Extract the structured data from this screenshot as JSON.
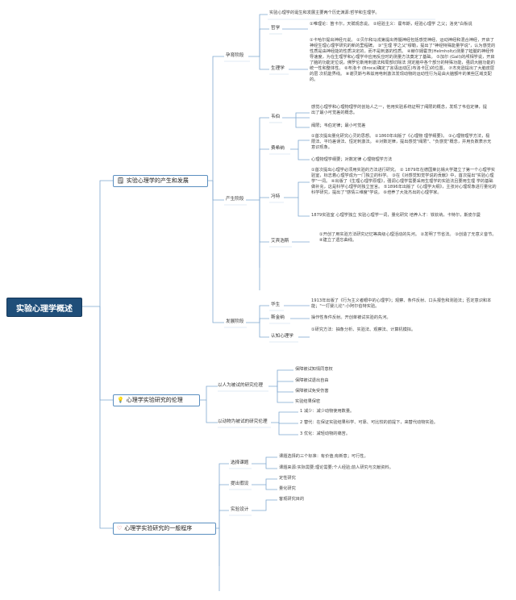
{
  "root": "实验心理学概述",
  "topics": [
    {
      "label": "实验心理学的产生和发展",
      "icon": "🗒"
    },
    {
      "label": "心理学实验研究的伦理",
      "icon": "💡"
    },
    {
      "label": "心理学实验研究的一般程序",
      "icon": "♡"
    }
  ],
  "branch1": {
    "yuyu": "孕育阶段",
    "intro": "实验心理学的诞生和发展主要两个历史渊源:哲学和生理学。",
    "zhexue": "哲学",
    "zhexue_text": "①唯理论：笛卡尔，天赋观念说。 ②经验主义：霍布斯，经验心理学 之父；洛克\"白板说",
    "shengli": "生理学",
    "shengli_text": "①卡哈尔提出神经元说。 ②贝尔和马戎第提出脊髓神经包括感觉神经、运动神经和混合神经，开启了神经生理心理学研究的新的里程碑。 ③\"生理 学之父\"缪勒，提出了\"神经特殊能量学说\"，认为感觉的性质是由神经能的性质决定的，而不是刺激的性质。 ④赫尔姆霍茨(Helmholtz)测量了蛙腿的神经传 导速度，为在生理学和心理学中应用反应时的测量方法奠定了基础。 ⑤加尔 (Gall)的颅相学说，开启了脑的功能定位说，佛罗伦斯用刺激法和局部切除法 测定脑中各个部分的特殊功能，强调大脑功能的统一性和整体性。 ⑥布洛卡 (Broca)确定了言语运动区(布洛卡区)的位置。 ⑦杰克逊提出了大脑皮层的层 次机能界线。 ⑧谢灵斯与希兹用电刺激法发现动物的运动性行为是由大脑额叶的某些区域支配的。",
    "chansheng": "产生阶段",
    "webo": "韦伯",
    "webo_t1": "感觉心理学和心理物理学的创始人之一，他用实验系统证明了阈限的概念，发现了韦伯定律，提出了最小可觉差的概念。",
    "webo_t2": "阈限；韦伯定律；最小可觉差",
    "feixina": "费希纳",
    "feixina_t1": "①首次提出量化研究心灵的思想。 ②1860年出版了《心理物 理学纲要》。 ③心理物理学方法，极限法、平均差误法、恒定刺激法。 ④对数定律，提出感觉\"阈限\"、\"负感觉\"概念，并用负数表示无意识现象。",
    "feixina_t2": "心理物理学纲要；对数定律 心理物理学方法",
    "fengte": "冯特",
    "fengte_t1": "①首次提出心理学必须用实验的方法进行研究。 ② 1879年在德国莱比锡大学建立了第一个心理学实验室，标志着心理学成为一门独立的科学。 ③在《对感觉知觉学说的贡献》中，首次提出\"实验心理学\"一词。 ④出版了《生理心理学原理》，强调心理学需要采用生理学的实验法且要用生理 学的基础做补充，这是科学心理学的独立宣言。 ⑤1896年出版了《心理学大纲》，主张对心理现象进行量化的科学研究，提出了\"感情三维度\"学说。 ⑥培养了大批杰出的心理学家。",
    "fengte_t2": "1879实验室 心理学独立 实验心理学一词，量化研究 培养人才：铁钦纳，卡特尔，斯皮尔曼",
    "aibinhaosi": "艾宾浩斯",
    "aibinhaosi_t": "①开创了用实验方法研究记忆等高级心理活动的先河。 ②发明了节省法。 ③创造了无意义音节。 ④建立了遗忘曲线。",
    "fazhan": "发展阶段",
    "huasheng": "华生",
    "huasheng_t": "1913年出版了《行为主义者眼中的心理学》；观察、条件反射、口头报告和测验法；否定意识和本能；\"一打婴儿论\":小阿尔伯特实验。",
    "sijinna": "斯金纳",
    "sijinna_t": "操作性条件反射。开创单被试实验的先河。",
    "renzhi": "认知心理学",
    "renzhi_t": "①研究方法：抽象分析、实验法、观察法、计算机模拟。"
  },
  "branch2": {
    "ren": "以人为被试的研究伦理",
    "ren_items": [
      "保障被试知情同意权",
      "保障被试退出自由",
      "保障被试免受伤害",
      "实验结果保密"
    ],
    "dongwu": "以动物为被试的研究伦理",
    "dongwu_items": [
      "1 减少：减少动物使用数量。",
      "2 替代：在保证实验结果科学、可靠、可比较的前提下，来替代动物实验。",
      "3 优化：减轻动物的痛苦。"
    ]
  },
  "branch3": {
    "xuanze": "选择课题",
    "xuanze_items": [
      "课题选择的三个标准：有价值;有新意；可行性。",
      "课题来源:实际需要;理论需要;个人经验;前人研究与文献资料。"
    ],
    "jiashe": "提出假设",
    "jiashe_items": [
      "定性研究",
      "量化研究"
    ],
    "sheji": "实验设计",
    "sheji_items": [
      "客观研究目的"
    ]
  }
}
